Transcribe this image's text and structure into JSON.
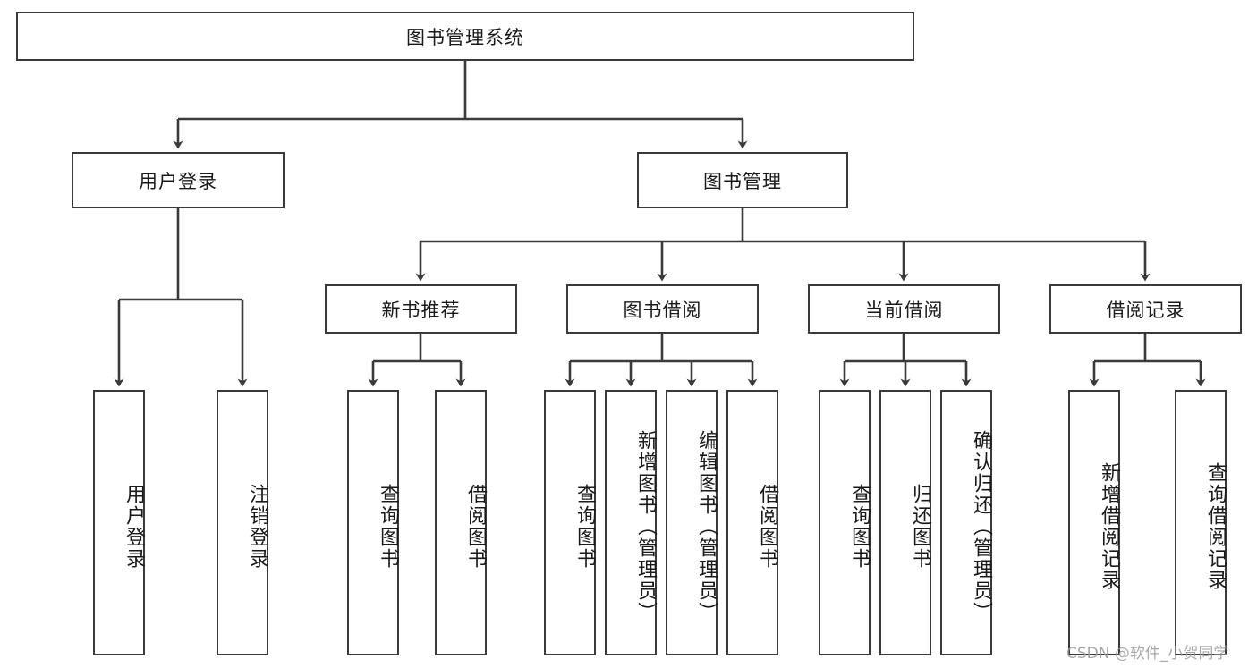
{
  "diagram": {
    "title": "图书管理系统",
    "type": "hierarchy-tree",
    "orientation": "top-down",
    "colors": {
      "box_border": "#3a3a3c",
      "box_fill": "#ffffff",
      "edge": "#3a3a3c",
      "text": "#1a1a1a",
      "watermark": "#9a9a9a",
      "background": "#ffffff"
    }
  },
  "nodes": {
    "root": {
      "label": "图书管理系统",
      "level": 0,
      "orientation": "horizontal"
    },
    "level1": [
      {
        "id": "user-login",
        "label": "用户登录",
        "orientation": "horizontal"
      },
      {
        "id": "book-management",
        "label": "图书管理",
        "orientation": "horizontal"
      }
    ],
    "level2": [
      {
        "id": "new-book-recommend",
        "label": "新书推荐",
        "orientation": "horizontal",
        "parent": "book-management"
      },
      {
        "id": "book-borrow",
        "label": "图书借阅",
        "orientation": "horizontal",
        "parent": "book-management"
      },
      {
        "id": "current-borrow",
        "label": "当前借阅",
        "orientation": "horizontal",
        "parent": "book-management"
      },
      {
        "id": "borrow-record",
        "label": "借阅记录",
        "orientation": "horizontal",
        "parent": "book-management"
      }
    ],
    "leaves": [
      {
        "id": "leaf-user-login",
        "label": "用户登录",
        "parent": "user-login"
      },
      {
        "id": "leaf-logout-login",
        "label": "注销登录",
        "parent": "user-login"
      },
      {
        "id": "leaf-query-book-recommend",
        "label": "查询图书",
        "parent": "new-book-recommend"
      },
      {
        "id": "leaf-borrow-book-recommend",
        "label": "借阅图书",
        "parent": "new-book-recommend"
      },
      {
        "id": "leaf-query-book-borrow",
        "label": "查询图书",
        "parent": "book-borrow"
      },
      {
        "id": "leaf-add-book-admin",
        "label": "新增图书（管理员）",
        "parent": "book-borrow"
      },
      {
        "id": "leaf-edit-book-admin",
        "label": "编辑图书（管理员）",
        "parent": "book-borrow"
      },
      {
        "id": "leaf-borrow-book",
        "label": "借阅图书",
        "parent": "book-borrow"
      },
      {
        "id": "leaf-query-book-current",
        "label": "查询图书",
        "parent": "current-borrow"
      },
      {
        "id": "leaf-return-book",
        "label": "归还图书",
        "parent": "current-borrow"
      },
      {
        "id": "leaf-confirm-return-admin",
        "label": "确认归还（管理员）",
        "parent": "current-borrow"
      },
      {
        "id": "leaf-add-borrow-record",
        "label": "新增借阅记录",
        "parent": "borrow-record"
      },
      {
        "id": "leaf-query-borrow-record",
        "label": "查询借阅记录",
        "parent": "borrow-record"
      }
    ]
  },
  "watermark": {
    "text": "CSDN @软件_小贺同学"
  }
}
